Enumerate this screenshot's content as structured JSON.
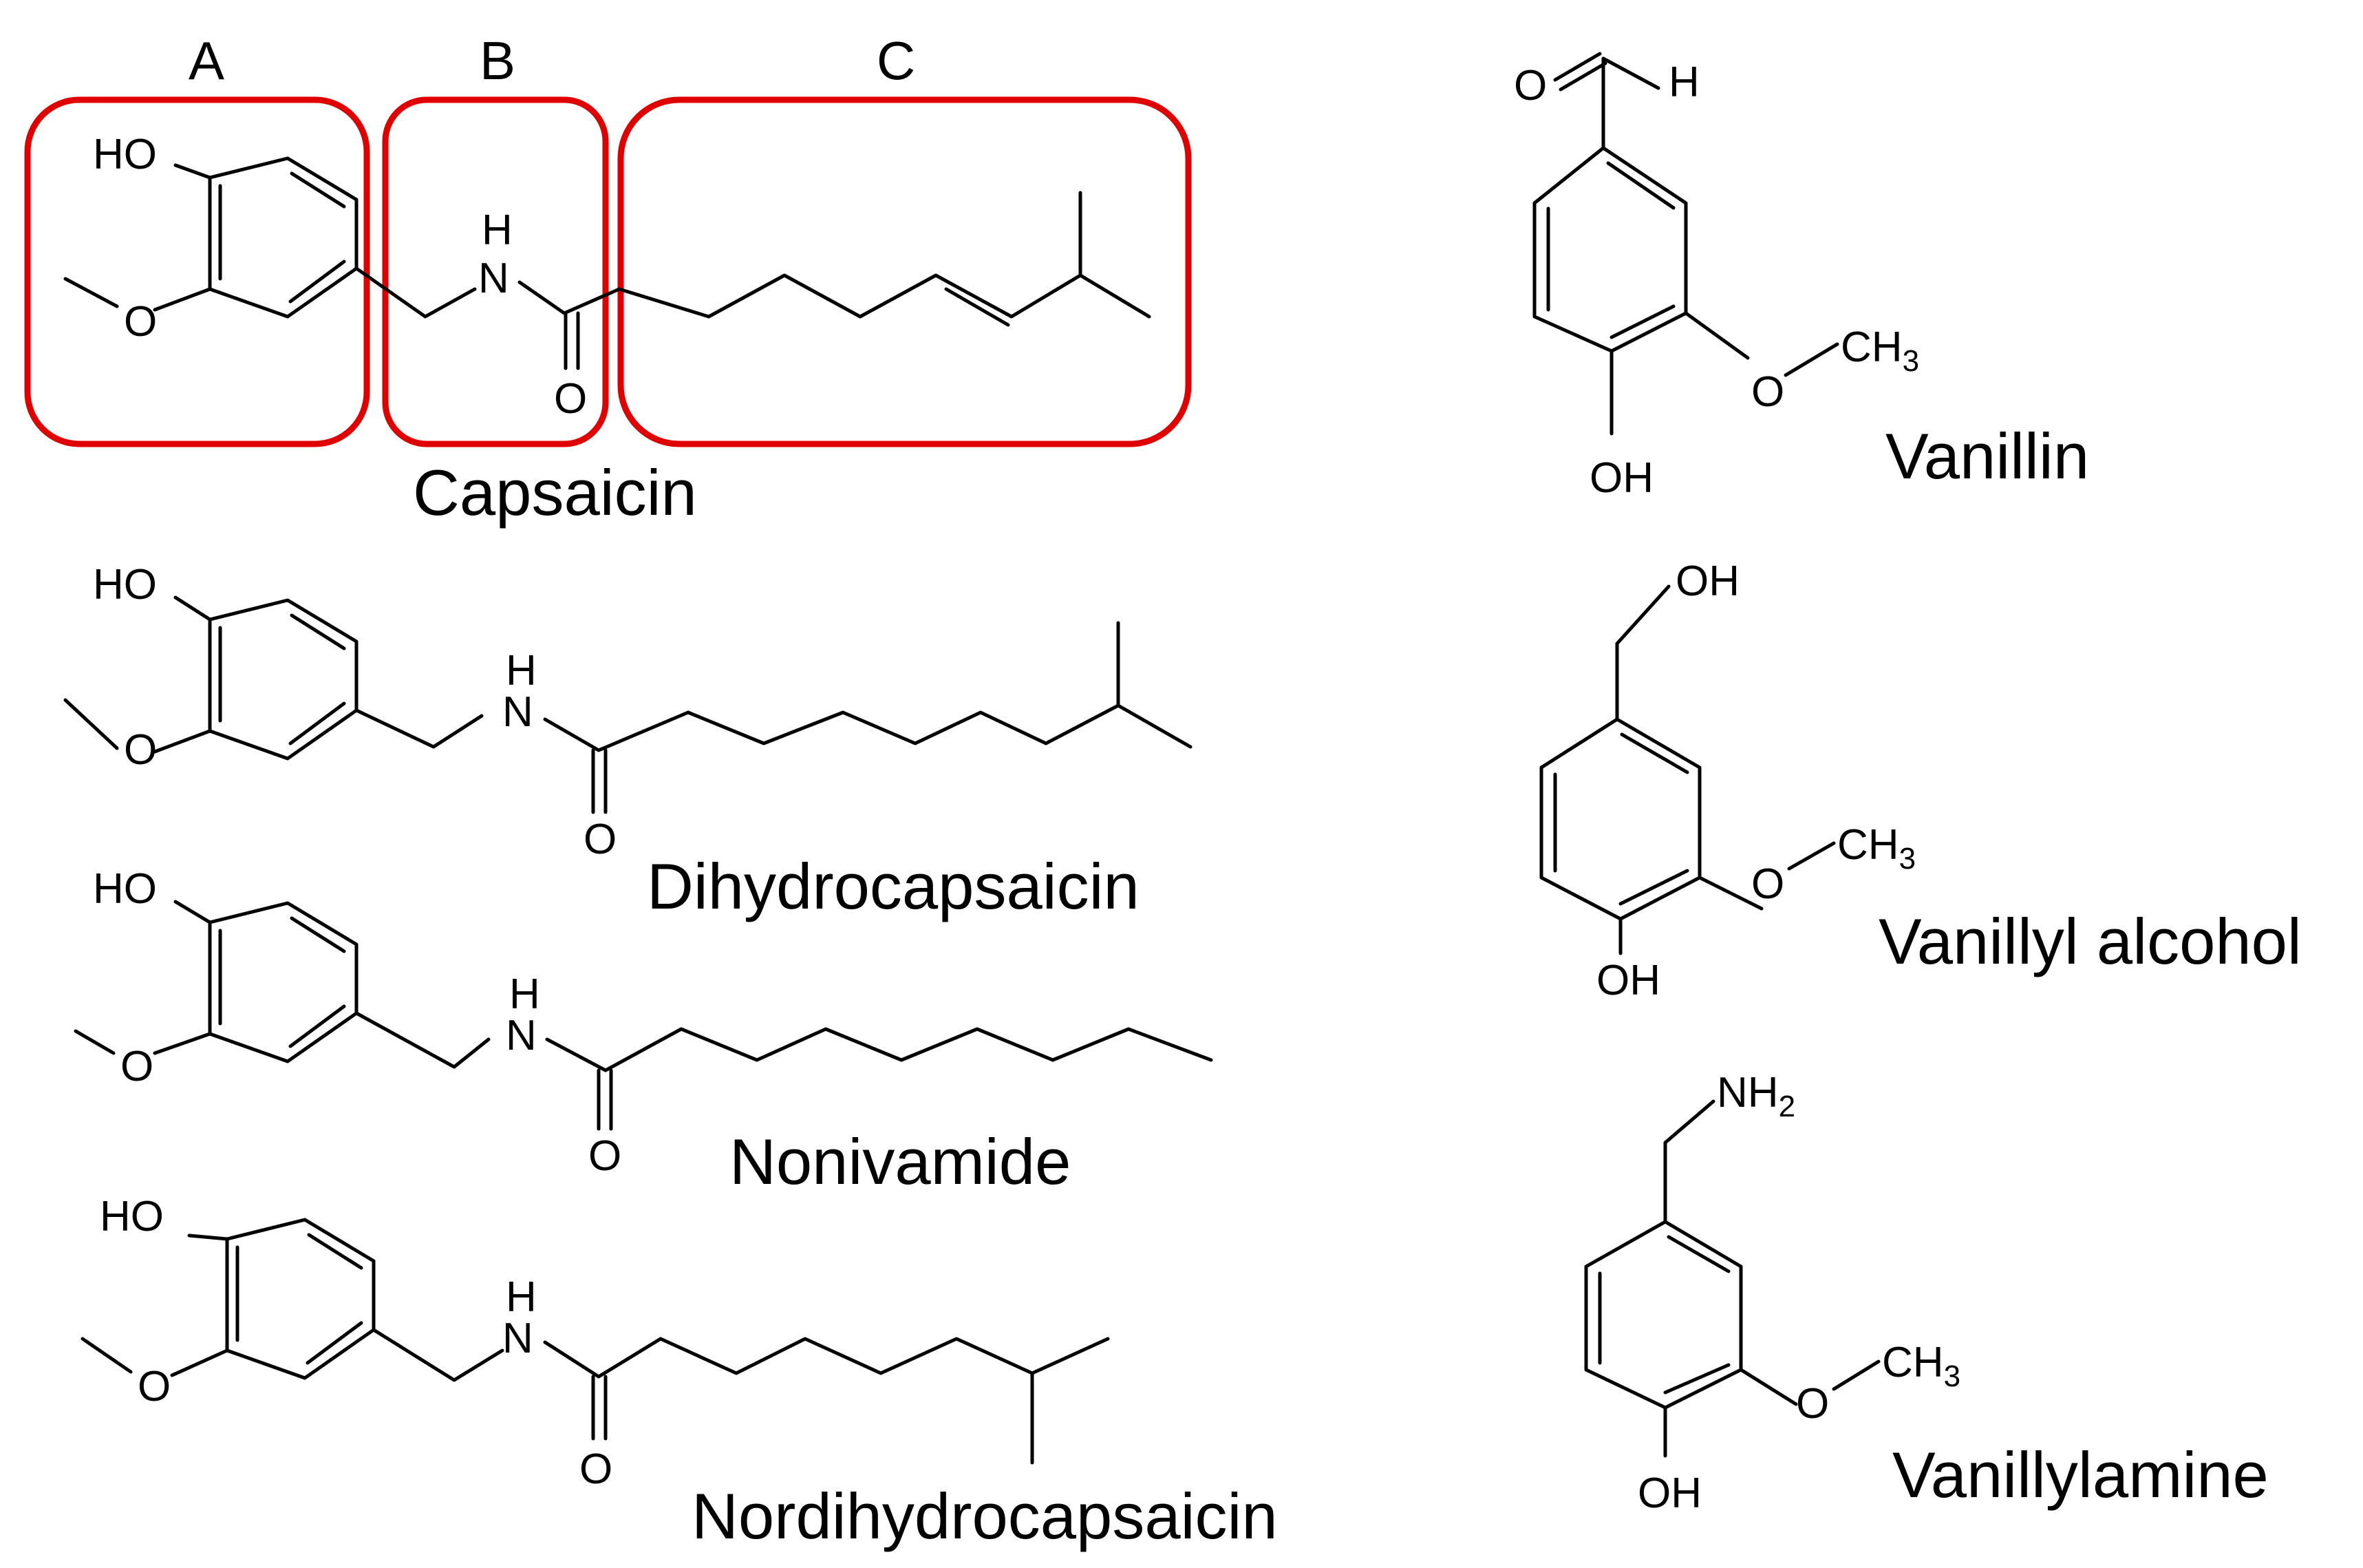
{
  "figure": {
    "regions": [
      {
        "letter": "A"
      },
      {
        "letter": "B"
      },
      {
        "letter": "C"
      }
    ],
    "capsaicinoids": [
      {
        "name": "Capsaicin",
        "atoms": {
          "hydroxyl": "HO",
          "methoxy_o": "O",
          "amide_h": "H",
          "amide_n": "N",
          "carbonyl_o": "O"
        }
      },
      {
        "name": "Dihydrocapsaicin",
        "atoms": {
          "hydroxyl": "HO",
          "methoxy_o": "O",
          "amide_h": "H",
          "amide_n": "N",
          "carbonyl_o": "O"
        }
      },
      {
        "name": "Nonivamide",
        "atoms": {
          "hydroxyl": "HO",
          "methoxy_o": "O",
          "amide_h": "H",
          "amide_n": "N",
          "carbonyl_o": "O"
        }
      },
      {
        "name": "Nordihydrocapsaicin",
        "atoms": {
          "hydroxyl": "HO",
          "methoxy_o": "O",
          "amide_h": "H",
          "amide_n": "N",
          "carbonyl_o": "O"
        }
      }
    ],
    "vanilloids": [
      {
        "name": "Vanillin",
        "top_group": "O",
        "top_group_h": "H",
        "methoxy_o": "O",
        "methyl": "CH",
        "methyl_sub": "3",
        "hydroxyl": "OH"
      },
      {
        "name": "Vanillyl alcohol",
        "top_group": "OH",
        "methoxy_o": "O",
        "methyl": "CH",
        "methyl_sub": "3",
        "hydroxyl": "OH"
      },
      {
        "name": "Vanillylamine",
        "top_group": "NH",
        "top_group_sub": "2",
        "methoxy_o": "O",
        "methyl": "CH",
        "methyl_sub": "3",
        "hydroxyl": "OH"
      }
    ]
  }
}
